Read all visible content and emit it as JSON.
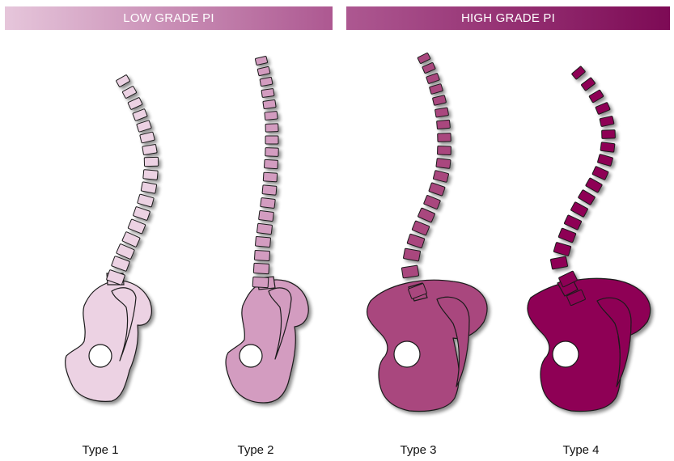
{
  "headers": {
    "low": "LOW GRADE PI",
    "high": "HIGH GRADE PI"
  },
  "types": [
    {
      "label": "Type 1",
      "color": "#ecd2e3"
    },
    {
      "label": "Type 2",
      "color": "#d39cc0"
    },
    {
      "label": "Type 3",
      "color": "#a9477e"
    },
    {
      "label": "Type 4",
      "color": "#8e0054"
    }
  ],
  "colors": {
    "outline": "#1a1a1a",
    "shadow": "#9a9a9a",
    "banner_low_start": "#e6c6db",
    "banner_mid": "#ad5891",
    "banner_high_end": "#7d0a55"
  }
}
